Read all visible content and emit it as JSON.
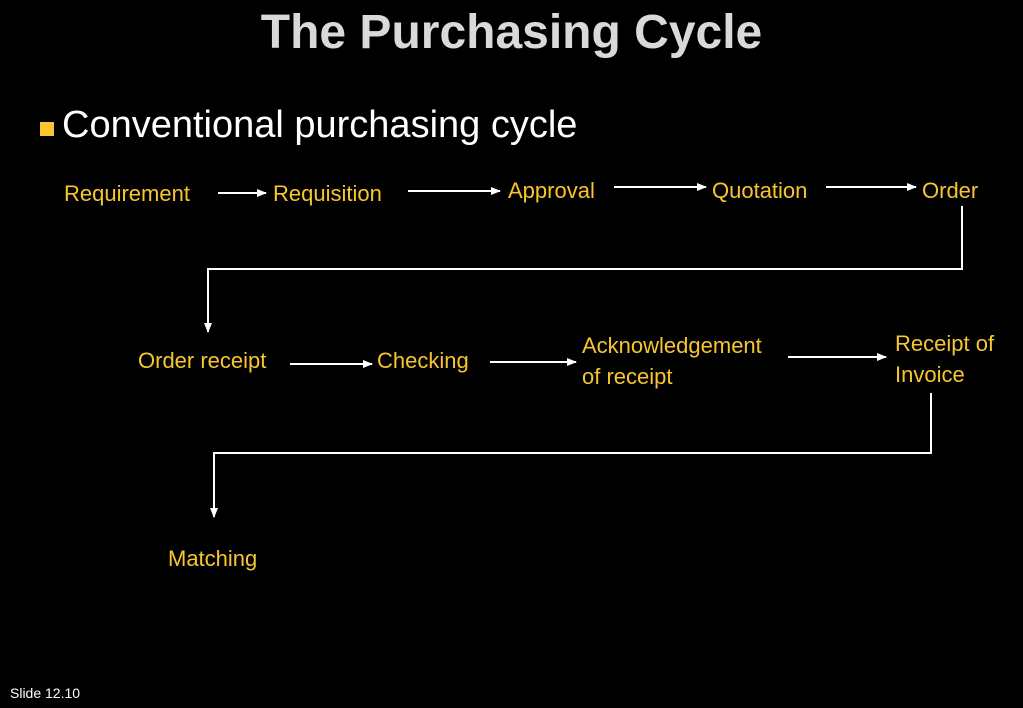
{
  "slide": {
    "title": "The Purchasing Cycle",
    "bullet": "Conventional purchasing cycle",
    "footer": "Slide 12.10"
  },
  "colors": {
    "background": "#000000",
    "title": "#d9d9d9",
    "text": "#ffffff",
    "accent": "#f7c62f",
    "arrow": "#ffffff"
  },
  "steps": [
    {
      "lines": [
        "Requirement"
      ]
    },
    {
      "lines": [
        "Requisition"
      ]
    },
    {
      "lines": [
        "Approval"
      ]
    },
    {
      "lines": [
        "Quotation"
      ]
    },
    {
      "lines": [
        "Order"
      ]
    },
    {
      "lines": [
        "Order receipt"
      ]
    },
    {
      "lines": [
        "Checking"
      ]
    },
    {
      "lines": [
        "Acknowledgement",
        "of receipt"
      ]
    },
    {
      "lines": [
        "Receipt of",
        "Invoice"
      ]
    },
    {
      "lines": [
        "Matching"
      ]
    }
  ]
}
